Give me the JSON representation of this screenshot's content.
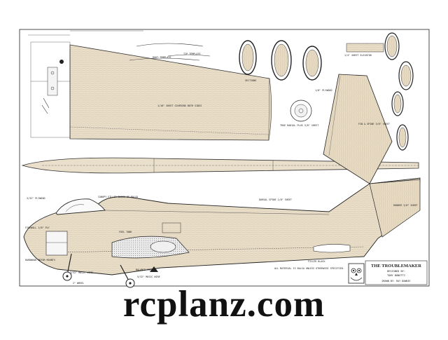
{
  "plan": {
    "title": "THE TROUBLEMAKER",
    "designed_by": "DESIGNED BY:",
    "designer": "TONY BONETTI",
    "drawn_by": "DRAWN BY: RAY DOWNIE",
    "templates": {
      "root": "ROOT TEMPLATE",
      "tip": "TIP TEMPLATE"
    },
    "notes": {
      "wing_sheet": "1/16\" SHEET COVERING BOTH SIDES",
      "fin": "FIN & SPINE 3/8\" SHEET",
      "dorsal": "DORSAL SPINE 1/8\" SHEET",
      "rudder": "RUDDER 3/8\" SHEET",
      "balance": "BALANCE POINT",
      "plug": "TRUE RADIAL PLUG 3/8\" SHEET",
      "fuel": "FUEL TANK",
      "canopy": "CANOPY FILLER BLOCK OF BALSA",
      "ply": "3/32\" PLYWOOD",
      "firewall": "FIREWALL 1/8\" PLY",
      "filler": "FILLER BLOCK",
      "all_balsa": "ALL MATERIAL IS BALSA UNLESS OTHERWISE SPECIFIED.",
      "hardwood": "HARDWOOD MOTOR MOUNTS",
      "tip_ply": "1/8\" PLYWOOD",
      "sections": "SECTIONS",
      "gear": "5/32\" MUSIC WIRE",
      "axle": "3/32\" MUSIC WIRE",
      "wheel": "2\" WHEEL",
      "elevator": "1/4\" SHEET ELEVATOR"
    }
  },
  "watermark": "rcplanz.com"
}
